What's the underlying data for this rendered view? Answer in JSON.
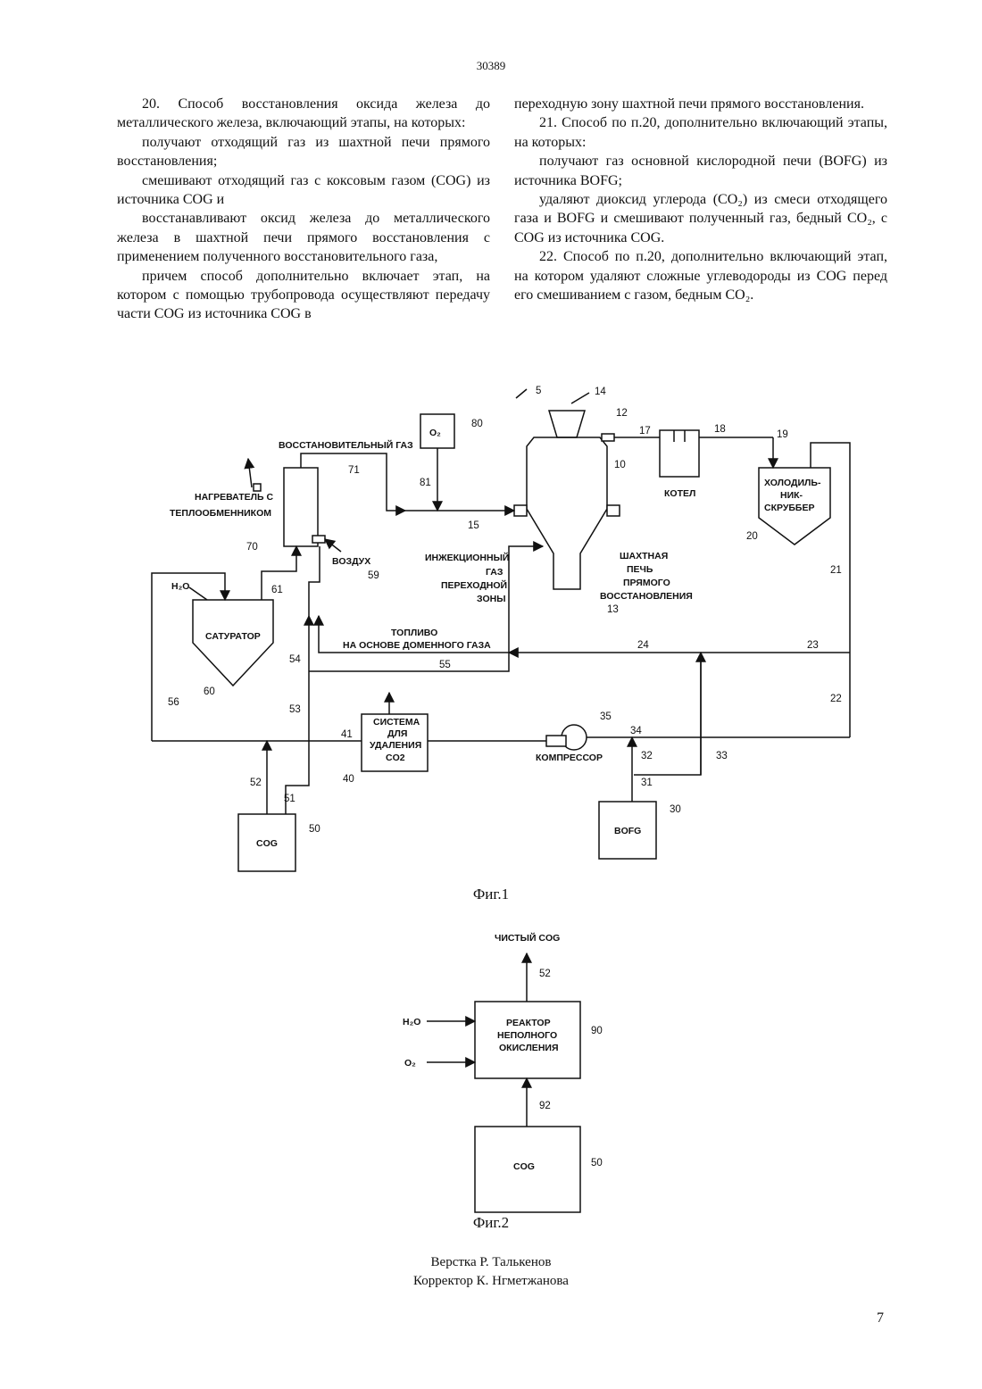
{
  "header": {
    "doc_number": "30389"
  },
  "claims_left": [
    "20. Способ восстановления оксида железа до металлического железа, включающий этапы, на которых:",
    "получают отходящий газ из шахтной печи прямого восстановления;",
    "смешивают отходящий газ с коксовым газом (COG) из источника COG и",
    "восстанавливают оксид железа до металлического железа в шахтной печи прямого восстановления с применением полученного восстановительного газа,",
    "причем способ дополнительно включает этап, на котором с помощью трубопровода осуществляют передачу части COG из источника COG в"
  ],
  "claims_right": [
    "переходную зону шахтной печи прямого восстановления.",
    "21. Способ по п.20, дополнительно включающий этапы, на которых:",
    "получают газ основной кислородной печи (BOFG) из источника BOFG;",
    "удаляют диоксид углерода (CO₂) из смеси отходящего газа и BOFG и смешивают полученный газ, бедный CO₂, с COG из источника COG.",
    "22. Способ по п.20, дополнительно включающий этап, на котором удаляют сложные углеводороды из COG перед его смешиванием с газом, бедным CO₂."
  ],
  "fig1": {
    "caption": "Фиг.1",
    "labels": {
      "reducing_gas": "ВОССТАНОВИТЕЛЬНЫЙ ГАЗ",
      "heater_1": "НАГРЕВАТЕЛЬ С",
      "heater_2": "ТЕПЛООБМЕННИКОМ",
      "air": "ВОЗДУХ",
      "o2": "O₂",
      "injection_1": "ИНЖЕКЦИОННЫЙ",
      "injection_2": "ГАЗ",
      "injection_3": "ПЕРЕХОДНОЙ",
      "injection_4": "ЗОНЫ",
      "furnace_1": "ШАХТНАЯ",
      "furnace_2": "ПЕЧЬ",
      "furnace_3": "ПРЯМОГО",
      "furnace_4": "ВОССТАНОВЛЕНИЯ",
      "boiler": "КОТЕЛ",
      "cooler_1": "ХОЛОДИЛЬ-",
      "cooler_2": "НИК-",
      "cooler_3": "СКРУББЕР",
      "h2o": "H₂O",
      "saturator": "САТУРАТОР",
      "fuel_1": "ТОПЛИВО",
      "fuel_2": "НА ОСНОВЕ ДОМЕННОГО ГАЗА",
      "co2_1": "СИСТЕМА",
      "co2_2": "ДЛЯ",
      "co2_3": "УДАЛЕНИЯ",
      "co2_4": "CO2",
      "compressor": "КОМПРЕССОР",
      "cog": "COG",
      "bofg": "BOFG"
    },
    "numbers": {
      "n5": "5",
      "n14": "14",
      "n12": "12",
      "n80": "80",
      "n17": "17",
      "n18": "18",
      "n19": "19",
      "n71": "71",
      "n81": "81",
      "n10": "10",
      "n15": "15",
      "n70": "70",
      "n20": "20",
      "n59": "59",
      "n61": "61",
      "n13": "13",
      "n21": "21",
      "n60": "60",
      "n54": "54",
      "n24": "24",
      "n23": "23",
      "n55": "55",
      "n56": "56",
      "n53": "53",
      "n22": "22",
      "n35": "35",
      "n34": "34",
      "n41": "41",
      "n32": "32",
      "n33": "33",
      "n40": "40",
      "n52": "52",
      "n31": "31",
      "n51": "51",
      "n30": "30",
      "n50": "50"
    }
  },
  "fig2": {
    "caption": "Фиг.2",
    "labels": {
      "pure_cog": "ЧИСТЫЙ COG",
      "h2o": "H₂O",
      "o2": "O₂",
      "reactor_1": "РЕАКТОР",
      "reactor_2": "НЕПОЛНОГО",
      "reactor_3": "ОКИСЛЕНИЯ",
      "cog": "COG"
    },
    "numbers": {
      "n52": "52",
      "n90": "90",
      "n92": "92",
      "n50": "50"
    }
  },
  "credits": {
    "layout": "Верстка Р. Талькенов",
    "corrector": "Корректор К. Нгметжанова"
  },
  "page_number": "7"
}
